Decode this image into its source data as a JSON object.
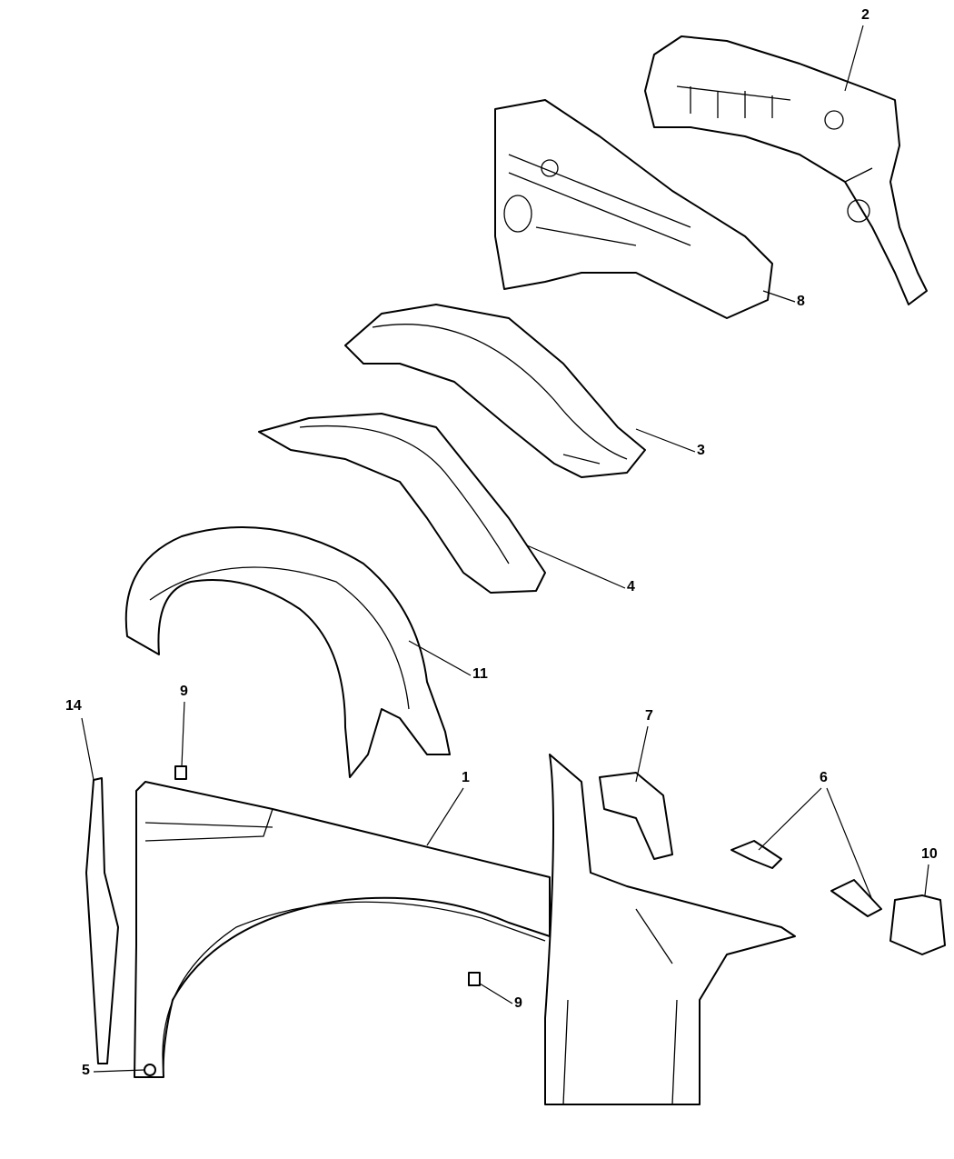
{
  "diagram": {
    "callouts": [
      {
        "id": "c2",
        "label": "2",
        "part": "panel-upper-rear"
      },
      {
        "id": "c8",
        "label": "8",
        "part": "cowl-panel"
      },
      {
        "id": "c3",
        "label": "3",
        "part": "shield-upper"
      },
      {
        "id": "c4",
        "label": "4",
        "part": "shield-lower"
      },
      {
        "id": "c11",
        "label": "11",
        "part": "wheelhouse-liner"
      },
      {
        "id": "c14",
        "label": "14",
        "part": "seal-strip"
      },
      {
        "id": "c9a",
        "label": "9",
        "part": "clip-upper"
      },
      {
        "id": "c1",
        "label": "1",
        "part": "fender"
      },
      {
        "id": "c7",
        "label": "7",
        "part": "bracket-upper"
      },
      {
        "id": "c6",
        "label": "6",
        "part": "bracket-pair"
      },
      {
        "id": "c10",
        "label": "10",
        "part": "bracket-side"
      },
      {
        "id": "c9b",
        "label": "9",
        "part": "clip-lower"
      },
      {
        "id": "c5",
        "label": "5",
        "part": "nut"
      }
    ]
  }
}
